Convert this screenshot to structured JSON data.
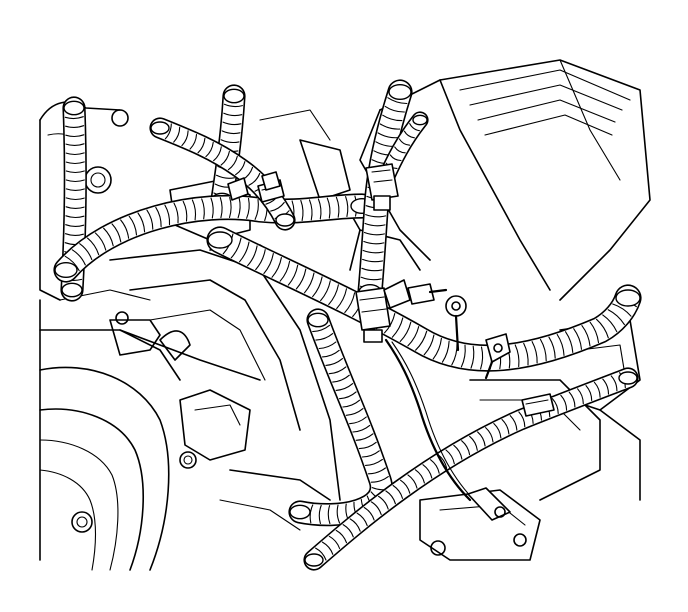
{
  "figure": {
    "kind": "line-art",
    "colors": {
      "ink": "#000000",
      "paper": "#ffffff"
    },
    "harness_segments": [
      {
        "name": "left-upright-loom"
      },
      {
        "name": "center-upright-loom"
      },
      {
        "name": "upper-main-loom"
      },
      {
        "name": "right-upper-loom"
      },
      {
        "name": "right-lower-loom"
      },
      {
        "name": "lower-center-loom"
      },
      {
        "name": "lower-right-loom"
      },
      {
        "name": "top-right-loom"
      },
      {
        "name": "left-branch-loom"
      }
    ],
    "connectors": [
      {
        "name": "upper-connector"
      },
      {
        "name": "lower-connector"
      },
      {
        "name": "left-clip"
      },
      {
        "name": "center-clip"
      }
    ],
    "terminals": [
      {
        "name": "ring-terminal-left"
      },
      {
        "name": "ring-terminal-right"
      }
    ]
  }
}
